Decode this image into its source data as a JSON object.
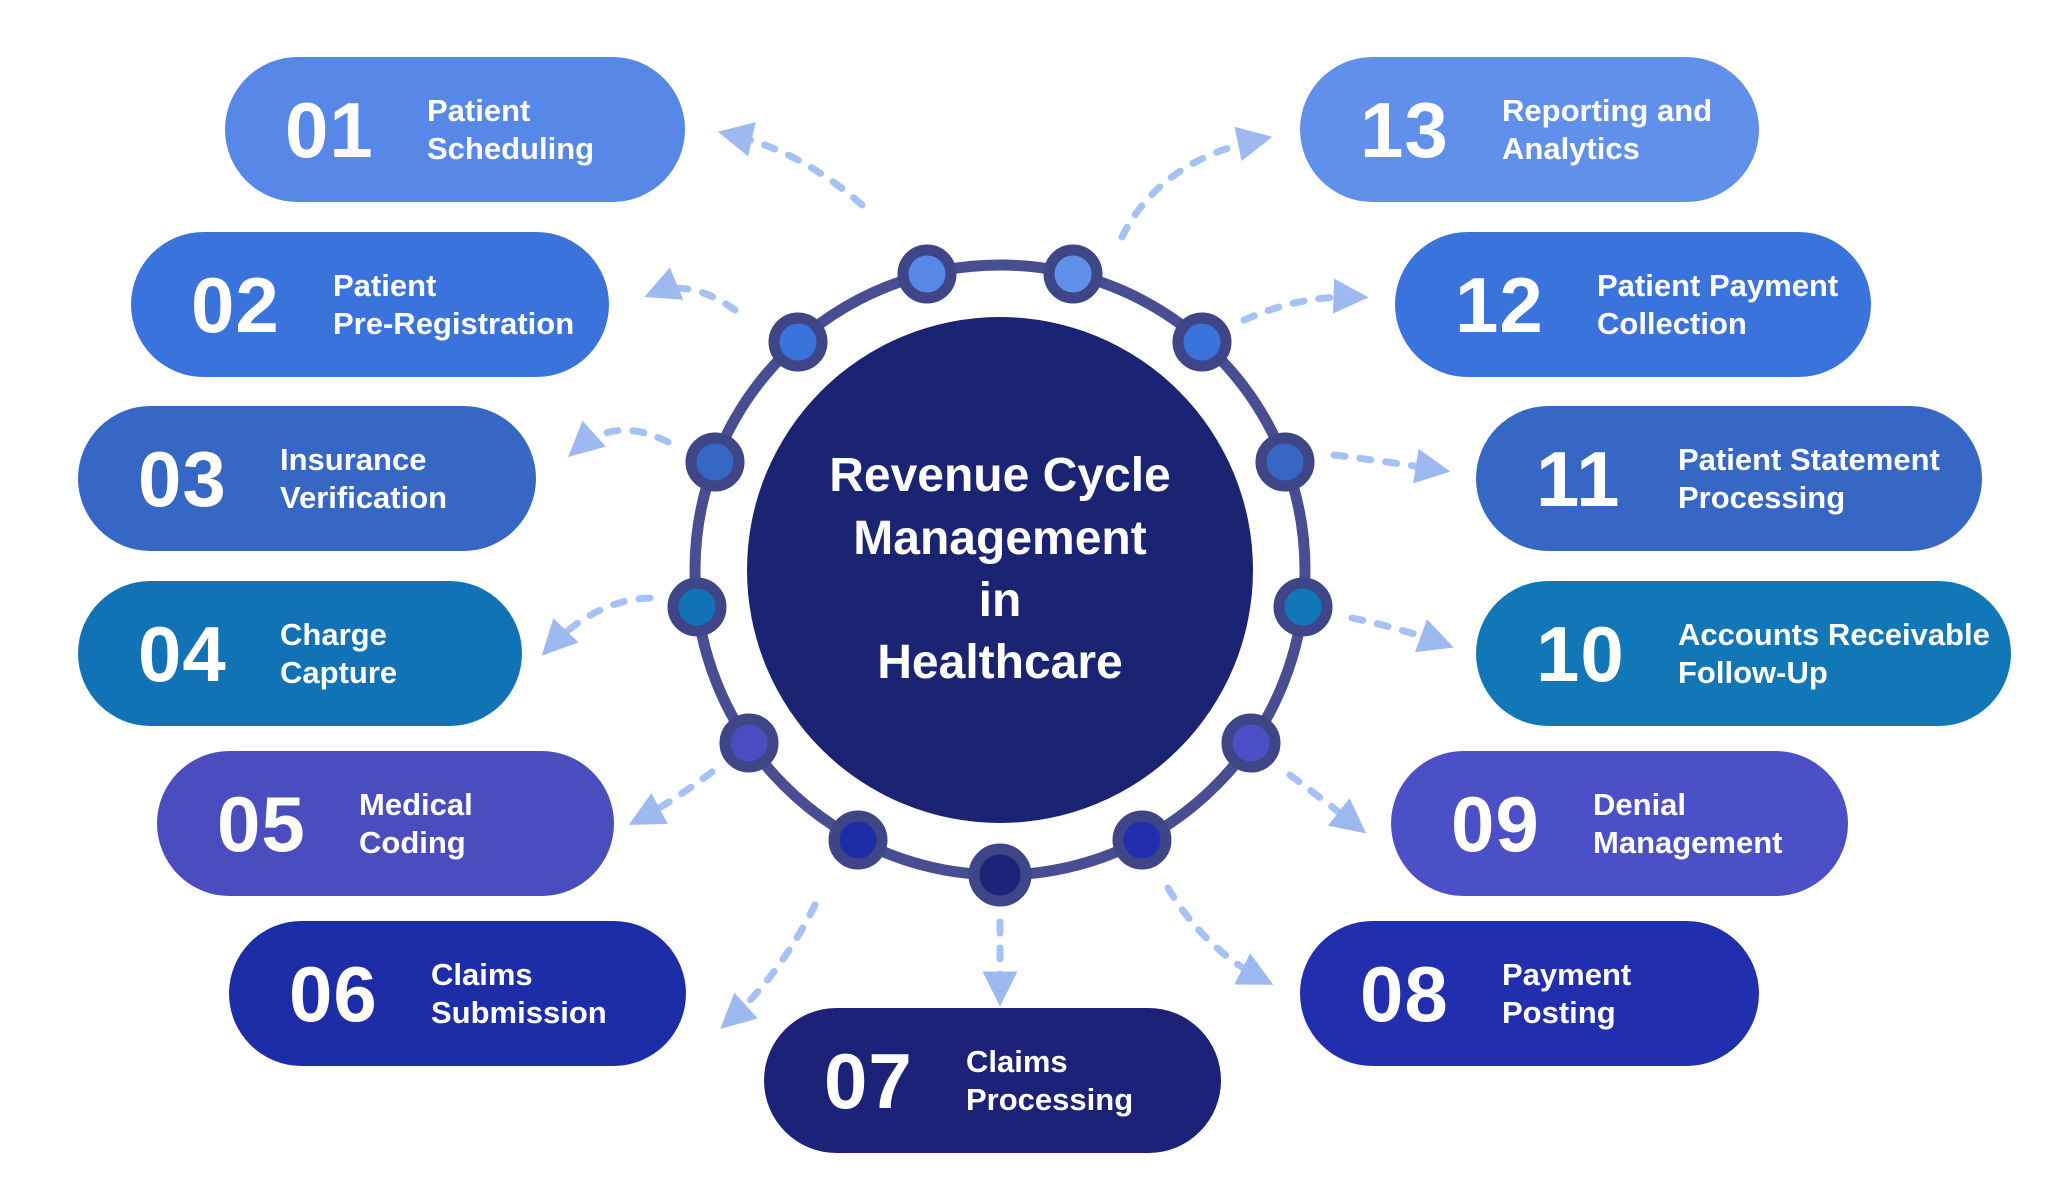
{
  "title": {
    "lines": [
      "Revenue Cycle",
      "Management",
      "in",
      "Healthcare"
    ],
    "text": "Revenue Cycle Management in Healthcare"
  },
  "steps": [
    {
      "num": "01",
      "lines": [
        "Patient",
        "Scheduling"
      ],
      "color": "#5787e7"
    },
    {
      "num": "02",
      "lines": [
        "Patient",
        "Pre-Registration"
      ],
      "color": "#3b73dd"
    },
    {
      "num": "03",
      "lines": [
        "Insurance",
        "Verification"
      ],
      "color": "#3767c4"
    },
    {
      "num": "04",
      "lines": [
        "Charge",
        "Capture"
      ],
      "color": "#1173b5"
    },
    {
      "num": "05",
      "lines": [
        "Medical",
        "Coding"
      ],
      "color": "#4a4dbe"
    },
    {
      "num": "06",
      "lines": [
        "Claims",
        "Submission"
      ],
      "color": "#1d2da7"
    },
    {
      "num": "07",
      "lines": [
        "Claims",
        "Processing"
      ],
      "color": "#1b2278"
    },
    {
      "num": "08",
      "lines": [
        "Payment",
        "Posting"
      ],
      "color": "#212fae"
    },
    {
      "num": "09",
      "lines": [
        "Denial",
        "Management"
      ],
      "color": "#4c50c6"
    },
    {
      "num": "10",
      "lines": [
        "Accounts Receivable",
        "Follow-Up"
      ],
      "color": "#1277b7"
    },
    {
      "num": "11",
      "lines": [
        "Patient Statement",
        "Processing"
      ],
      "color": "#3767c4"
    },
    {
      "num": "12",
      "lines": [
        "Patient Payment",
        "Collection"
      ],
      "color": "#3b73dd"
    },
    {
      "num": "13",
      "lines": [
        "Reporting and",
        "Analytics"
      ],
      "color": "#6190ea"
    }
  ],
  "palette": {
    "background": "#ffffff",
    "hub": "#1b2472",
    "ring": "#474f92",
    "node_outline": "#3e4687",
    "arrow": "#a6c2f3",
    "arrowhead": "#9db9f0",
    "text": "#ffffff"
  }
}
